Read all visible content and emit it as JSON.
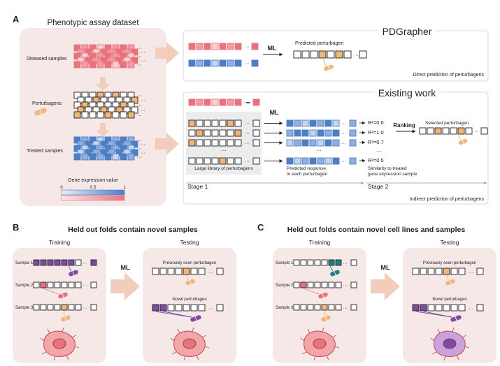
{
  "panel_a": {
    "letter": "A",
    "dataset_title": "Phenotypic assay dataset",
    "diseased_label": "Diseased samples",
    "perturbagens_label": "Perturbagens",
    "treated_label": "Treated samples",
    "legend_title": "Gene expression value",
    "legend_ticks": [
      "0",
      "0.5",
      "1"
    ],
    "pdgrapher": {
      "title": "PDGrapher",
      "ml": "ML",
      "predicted": "Predicted perturbagen",
      "caption": "Direct prediction of perturbagens"
    },
    "existing": {
      "title": "Existing work",
      "ml": "ML",
      "library": "Large library of perturbagens",
      "predicted_response_1": "Predicted response",
      "predicted_response_2": "to each perturbagen",
      "r2": [
        "R²=0.6",
        "R²=1.0",
        "R²=0.7",
        "R²=0.5"
      ],
      "ranking": "Ranking",
      "selected": "Selected perturbagen",
      "similarity_1": "Similarity to treated",
      "similarity_2": "gene expression sample",
      "stage1": "Stage 1",
      "stage2": "Stage 2",
      "caption": "Indirect prediction of perturbagens"
    }
  },
  "panel_b": {
    "letter": "B",
    "title": "Held out folds contain novel samples",
    "training": "Training",
    "testing": "Testing",
    "ml": "ML",
    "samples": [
      "Sample 1",
      "Sample 2",
      "Sample 3"
    ],
    "previously_seen": "Previously seen perturbagen",
    "novel": "Novel perturbagen"
  },
  "panel_c": {
    "letter": "C",
    "title": "Held out folds contain novel cell lines and samples",
    "training": "Training",
    "testing": "Testing",
    "ml": "ML",
    "samples": [
      "Sample 1",
      "Sample 2",
      "Sample 3"
    ],
    "previously_seen": "Previously seen perturbagen",
    "novel": "Novel perturbagen"
  },
  "colors": {
    "panel_bg": "#f7e8e8",
    "red": "#e8737d",
    "blue": "#4d7fc4",
    "orange": "#f3b57a",
    "purple": "#7e4aa6",
    "teal": "#1a7f8a",
    "arrow": "#f3cdbb"
  }
}
